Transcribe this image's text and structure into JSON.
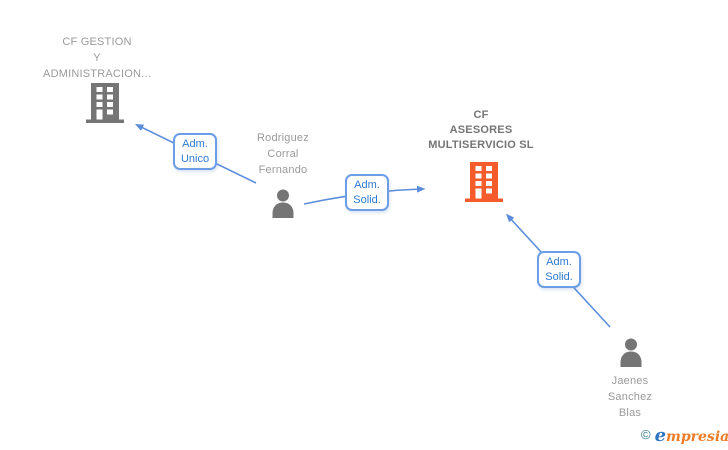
{
  "diagram": {
    "nodes": {
      "company1": {
        "type": "company",
        "label_lines": [
          "CF GESTION",
          "Y",
          "ADMINISTRACION..."
        ],
        "icon": "building-icon",
        "icon_color": "#757575"
      },
      "person1": {
        "type": "person",
        "label_lines": [
          "Rodriguez",
          "Corral",
          "Fernando"
        ],
        "icon": "person-icon",
        "icon_color": "#757575"
      },
      "company2": {
        "type": "company",
        "label_lines": [
          "CF",
          "ASESORES",
          "MULTISERVICIO SL"
        ],
        "icon": "building-icon",
        "icon_color": "#f65c2b",
        "highlighted": true
      },
      "person2": {
        "type": "person",
        "label_lines": [
          "Jaenes",
          "Sanchez",
          "Blas"
        ],
        "icon": "person-icon",
        "icon_color": "#757575"
      }
    },
    "edges": [
      {
        "from": "person1",
        "to": "company1",
        "label": "Adm. Unico",
        "label_lines": [
          "Adm.",
          "Unico"
        ]
      },
      {
        "from": "person1",
        "to": "company2",
        "label": "Adm. Solid.",
        "label_lines": [
          "Adm.",
          "Solid."
        ]
      },
      {
        "from": "person2",
        "to": "company2",
        "label": "Adm. Solid.",
        "label_lines": [
          "Adm.",
          "Solid."
        ]
      }
    ],
    "colors": {
      "edge_line": "#5b8ddc",
      "edge_label_text": "#2f7ad0",
      "edge_label_border": "#6b9ee6",
      "node_gray": "#757575",
      "node_orange": "#f65c2b",
      "label_gray": "#9a9a9a",
      "focus_label_gray": "#757575",
      "background": "#ffffff"
    }
  },
  "footer": {
    "copyright_symbol": "©",
    "logo_e": "e",
    "logo_rest": "mpresia",
    "logo_full": "empresia"
  }
}
